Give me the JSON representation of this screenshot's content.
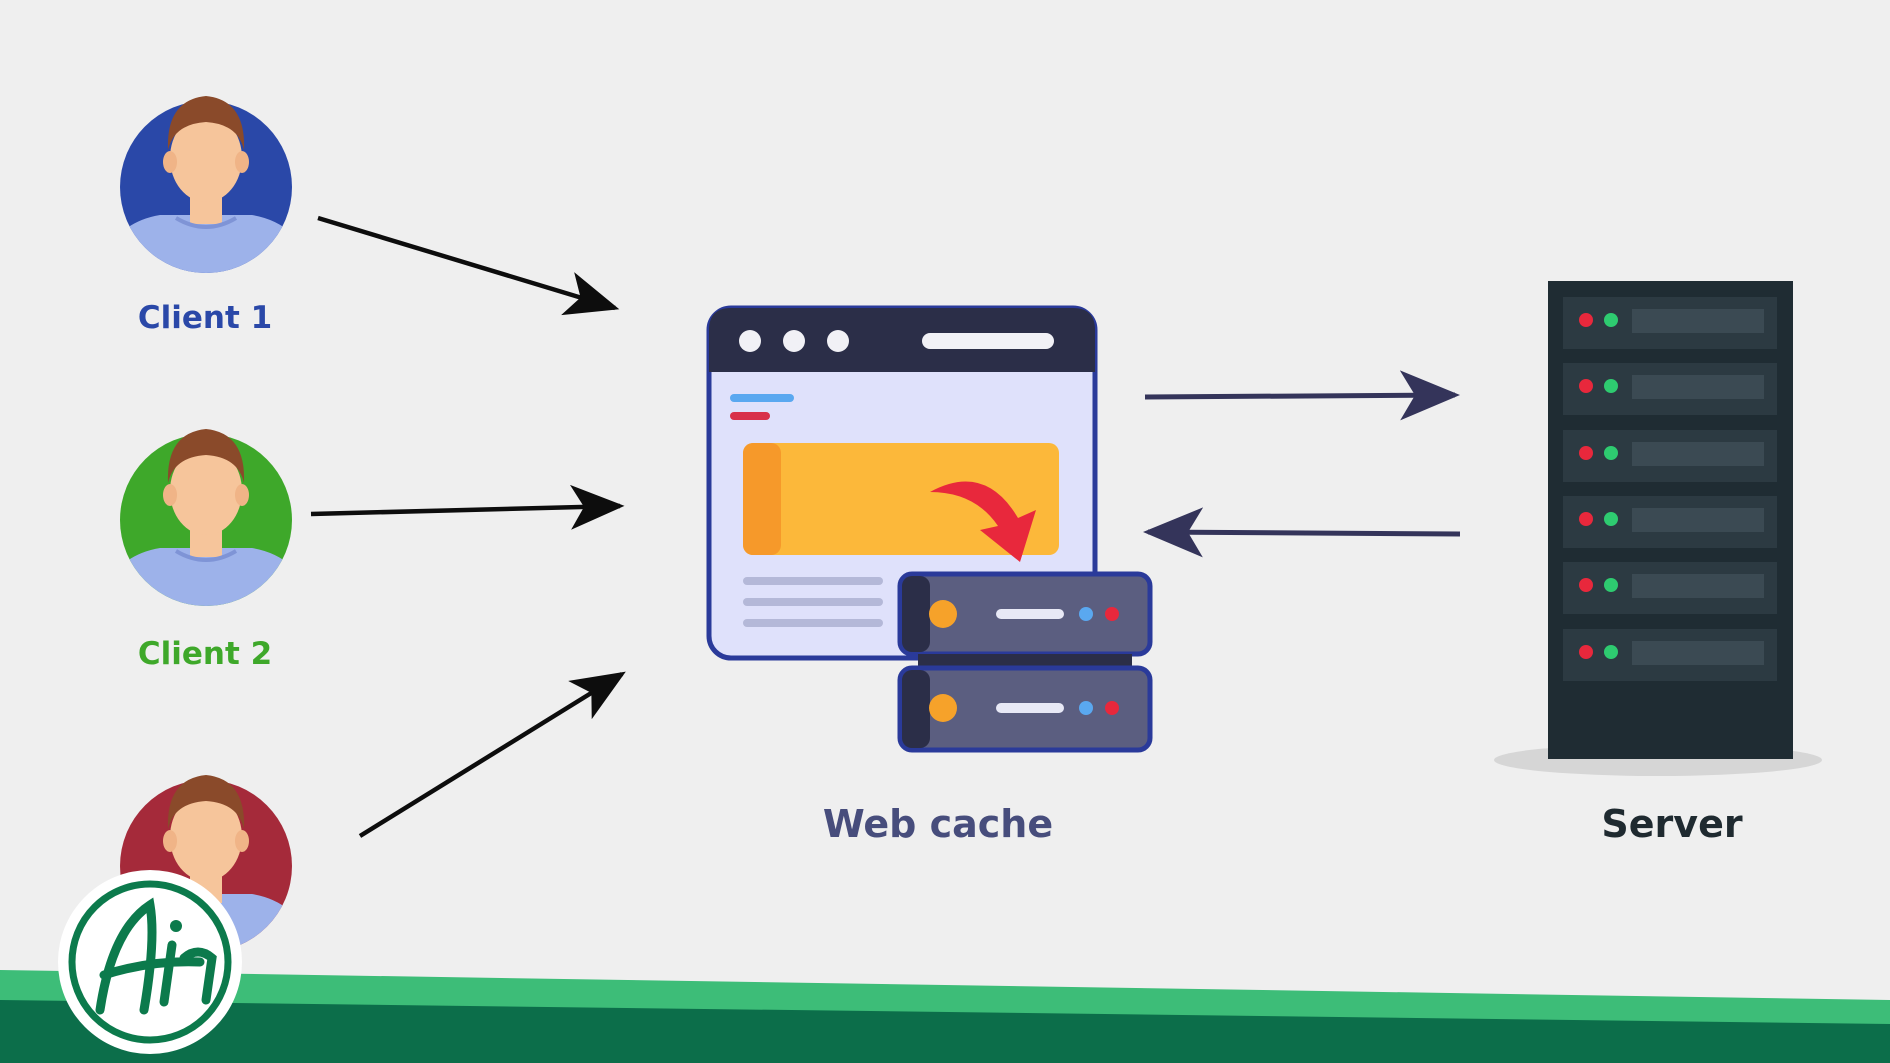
{
  "labels": {
    "client1": "Client 1",
    "client2": "Client 2",
    "web_cache": "Web cache",
    "server": "Server"
  },
  "logo": {
    "text": "Air"
  },
  "icons": {
    "client1_avatar": "user-avatar-icon",
    "client2_avatar": "user-avatar-icon",
    "client3_avatar": "user-avatar-icon",
    "web_cache": "browser-window-with-cache-servers-icon",
    "server": "server-rack-icon",
    "logo": "air-logo-icon"
  },
  "colors": {
    "background": "#efefef",
    "client1": "#2a48a8",
    "client2": "#3ea82a",
    "client3": "#a52a3a",
    "cache_label": "#474d7c",
    "server_label": "#1f2a30",
    "arrow_client": "#0d0d0d",
    "arrow_server": "#34345a",
    "band_light": "#3dbd78",
    "band_dark": "#0c6e4a"
  }
}
